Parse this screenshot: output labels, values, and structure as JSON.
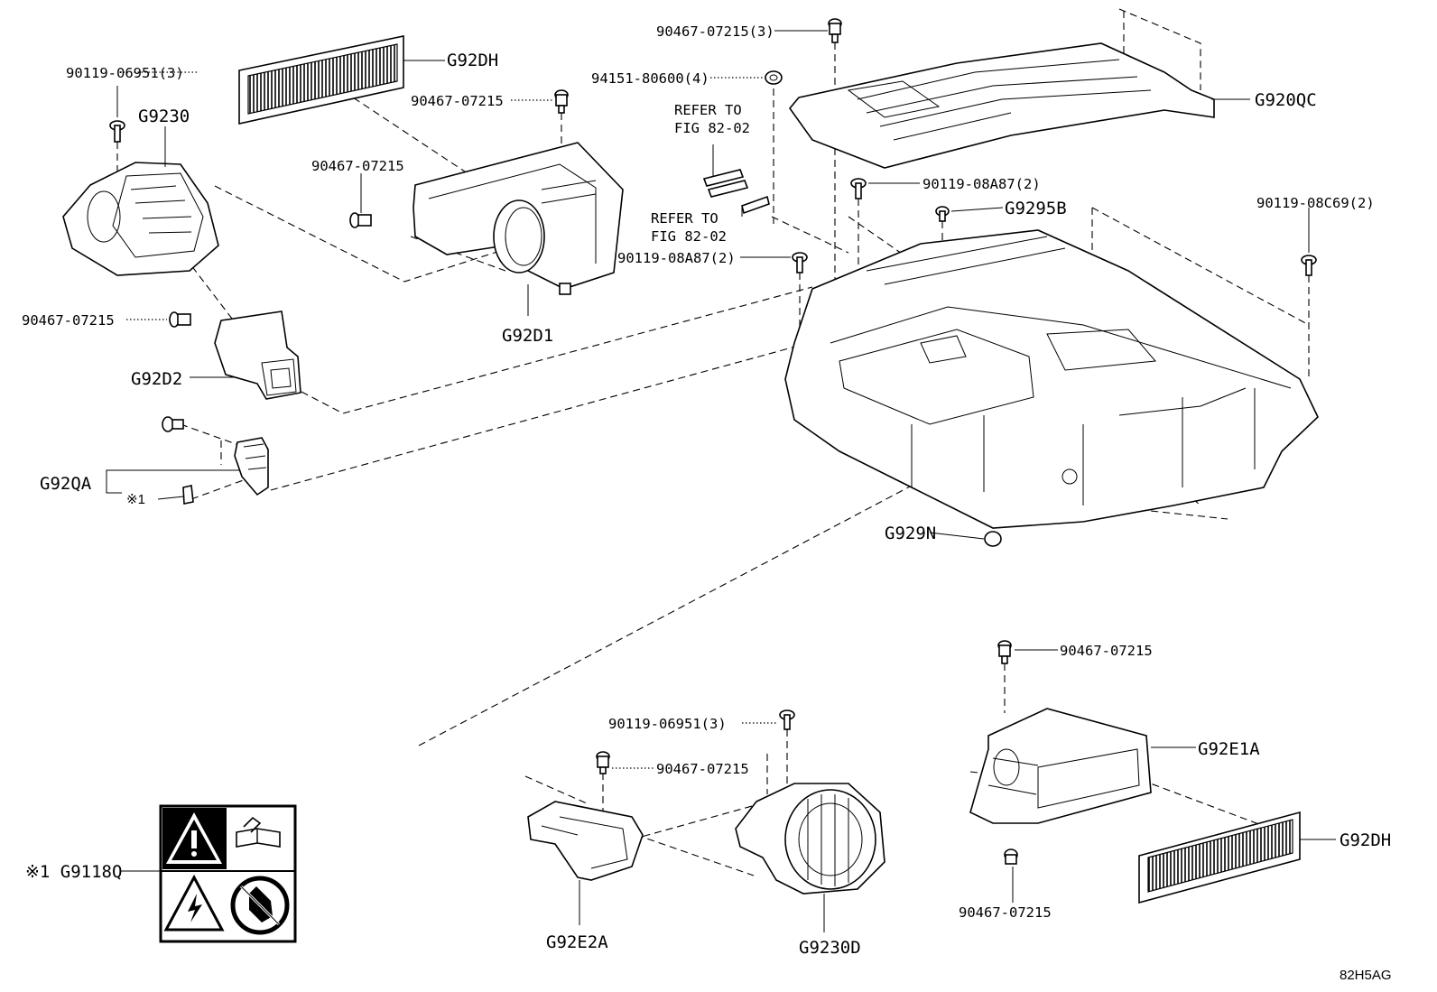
{
  "labels": {
    "g92dh_top": "G92DH",
    "p90119_06951_3_top": "90119-06951(3)",
    "g9230": "G9230",
    "p90467_07215_a": "90467-07215",
    "p90467_07215_b": "90467-07215",
    "p90467_07215_c": "90467-07215",
    "p90467_07215_3": "90467-07215(3)",
    "p94151_80600_4": "94151-80600(4)",
    "refer_to_1": "REFER TO",
    "fig_82_02_1": "FIG 82-02",
    "refer_to_2": "REFER TO",
    "fig_82_02_2": "FIG 82-02",
    "p90119_08a87_2_a": "90119-08A87(2)",
    "p90119_08a87_2_b": "90119-08A87(2)",
    "g920qc": "G920QC",
    "g9295b": "G9295B",
    "p90119_08c69_2": "90119-08C69(2)",
    "g92d1": "G92D1",
    "g92d2": "G92D2",
    "g92qa": "G92QA",
    "note_1": "※1",
    "g929n": "G929N",
    "p90467_07215_d": "90467-07215",
    "p90119_06951_3_bottom": "90119-06951(3)",
    "p90467_07215_e": "90467-07215",
    "g92e1a": "G92E1A",
    "g92dh_bottom": "G92DH",
    "p90467_07215_f": "90467-07215",
    "g92e2a": "G92E2A",
    "g9230d": "G9230D",
    "g9118q": "※1 G9118Q",
    "figure_code": "82H5AG"
  }
}
